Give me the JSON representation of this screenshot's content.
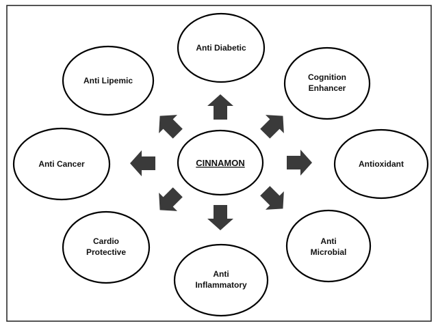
{
  "diagram": {
    "center": {
      "label": "CINNAMON"
    },
    "nodes": {
      "top": [
        "Anti Diabetic"
      ],
      "top_right": [
        "Cognition",
        "Enhancer"
      ],
      "right": [
        "Antioxidant"
      ],
      "bottom_right": [
        "Anti",
        "Microbial"
      ],
      "bottom": [
        "Anti",
        "Inflammatory"
      ],
      "bottom_left": [
        "Cardio",
        "Protective"
      ],
      "left": [
        "Anti Cancer"
      ],
      "top_left": [
        "Anti Lipemic"
      ]
    }
  },
  "colors": {
    "arrow": "#3a3a3a",
    "outline": "#000000",
    "background": "#ffffff"
  }
}
